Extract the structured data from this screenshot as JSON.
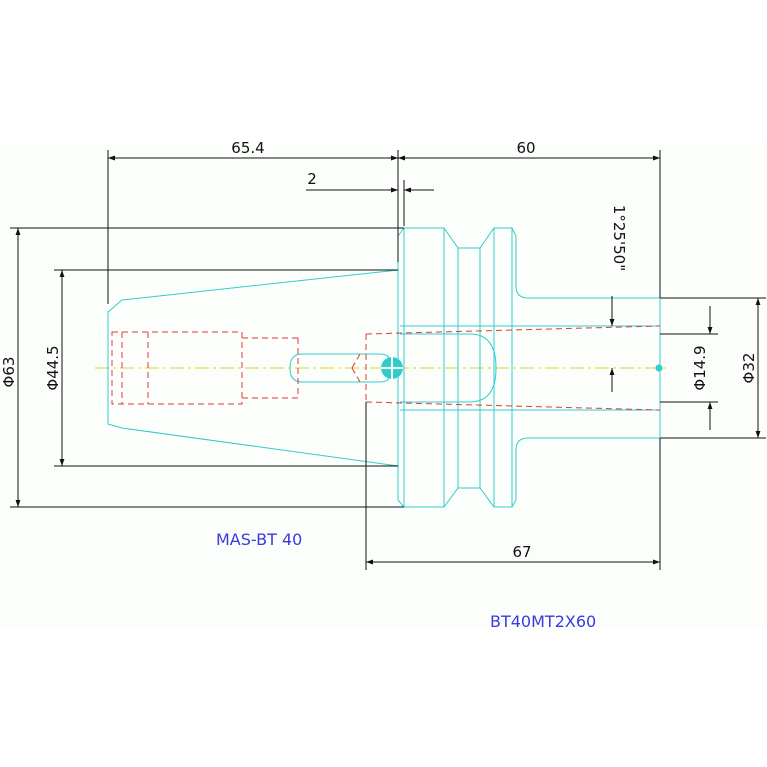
{
  "drawing": {
    "dimensions": {
      "length_taper": "65.4",
      "length_shank": "60",
      "gap": "2",
      "angle": "1°25'50\"",
      "dia_flange": "Φ63",
      "dia_taper": "Φ44.5",
      "dia_bore": "Φ14.9",
      "dia_shank": "Φ32",
      "length_overall": "67"
    },
    "labels": {
      "standard": "MAS-BT 40",
      "part_number": "BT40MT2X60"
    },
    "colors": {
      "outline": "#33cccc",
      "hidden": "#e03a3a",
      "centerline": "#d8d820",
      "dimension": "#111111",
      "label": "#3a3ae0"
    }
  }
}
